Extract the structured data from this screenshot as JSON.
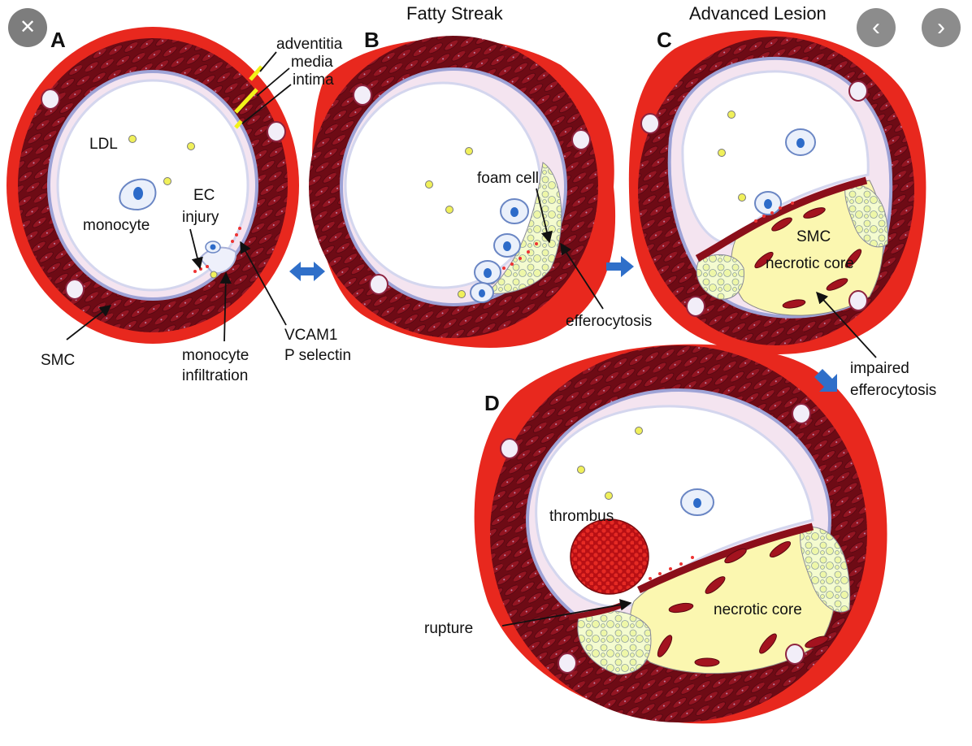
{
  "titles": {
    "b": "Fatty Streak",
    "c": "Advanced Lesion"
  },
  "panels": {
    "a": "A",
    "b": "B",
    "c": "C",
    "d": "D"
  },
  "labels": {
    "adventitia": "adventitia",
    "media": "media",
    "intima": "intima",
    "ldl": "LDL",
    "monocyte": "monocyte",
    "ec_injury_1": "EC",
    "ec_injury_2": "injury",
    "smc_a": "SMC",
    "monocyte_infiltration_1": "monocyte",
    "monocyte_infiltration_2": "infiltration",
    "vcam1_1": "VCAM1",
    "vcam1_2": "P selectin",
    "foam_cell": "foam cell",
    "efferocytosis": "efferocytosis",
    "smc_c": "SMC",
    "necrotic_core_c": "necrotic core",
    "impaired_1": "impaired",
    "impaired_2": "efferocytosis",
    "thrombus": "thrombus",
    "rupture": "rupture",
    "necrotic_core_d": "necrotic core"
  },
  "controls": {
    "close_glyph": "✕",
    "prev_glyph": "‹",
    "next_glyph": "›"
  },
  "colors": {
    "adventitia": "#e8281e",
    "media": "#8b0f1a",
    "smc_cell": "#8e1320",
    "smc_edge": "#5a0710",
    "intima": "#f4e4f0",
    "endothelium": "#c9cbe8",
    "nucleus": "#2d6bc9",
    "ldl": "#f0f05a",
    "core": "#fbf7b0",
    "foam": "#e9f6b0",
    "thrombus": "#d41f1f",
    "arrow_blue": "#2f6fc9",
    "nav_bg": "#8a8a8a"
  }
}
